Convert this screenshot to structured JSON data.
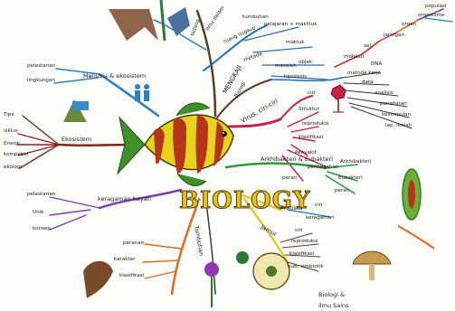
{
  "title": "BIOLOGY",
  "colors": {
    "title_fill": "#e9c400",
    "title_stroke": "#5a3a00",
    "fish_yellow": "#e8d21a",
    "fish_stripe": "#b5351c",
    "fish_green": "#3f8f2a",
    "branch_manusia": "#2d7fc2",
    "branch_mengkaji": "#5a3b2a",
    "branch_virus": "#c4224a",
    "branch_ekosistem": "#7a2a18",
    "branch_haiwan": "#7b3fb0",
    "branch_tumbuhan": "#e06a1a",
    "branch_jamur": "#e2c31a",
    "branch_bakteri": "#2a9a3a",
    "branch_sel": "#c81e1e"
  },
  "top_branch": {
    "labels": [
      "bidang",
      "ilmu dalam",
      "tumbuhan",
      "pelajaran + makhluk",
      "ruang lingkup",
      "makluk",
      "objek",
      "metode",
      "masalah",
      "hipotesis"
    ]
  },
  "top_right": {
    "labels": [
      "populasi",
      "organisme",
      "organ",
      "jaringan",
      "sel",
      "molekul",
      "DNA"
    ]
  },
  "pengkaji": {
    "label": "MENGKAJI",
    "sub": "Biologi"
  },
  "manusia": {
    "label": "Manusia & ekosistem",
    "children": [
      "pelestarian",
      "lingkungan"
    ]
  },
  "ekosistem": {
    "label": "Ekosistem",
    "children": [
      "Tipe",
      "siklus",
      "Energi",
      "kompetisi",
      "ekologi"
    ]
  },
  "virus": {
    "label": "Virus, ciri-ciri",
    "children": [
      "ciri",
      "Struktur",
      "reproduksi",
      "klasifikasi",
      "Penyakit",
      "pencegahan",
      "peran"
    ]
  },
  "metode": {
    "children": [
      "metode kerja",
      "data",
      "analisis",
      "penafsiran",
      "kesimpulan",
      "lap. ilmiah"
    ]
  },
  "bakteri": {
    "label": "Arkhibakteri & Eubakteri",
    "children": [
      "Arkhibakteri",
      "Eubakteri",
      "peran"
    ]
  },
  "protista": {
    "label": "Protista",
    "children": [
      "ciri",
      "keragaman"
    ]
  },
  "jamur": {
    "label": "Jamur",
    "children": [
      "ciri",
      "reproduksi",
      "klasifikasi",
      "hub. simbiotik"
    ]
  },
  "haiwan": {
    "label": "keragaman hayati",
    "children": [
      "pelestarian",
      "Unik",
      "konsep"
    ]
  },
  "tumbuhan": {
    "label": "Tumbuhan",
    "children": [
      "peranan",
      "karakter",
      "klasifikasi"
    ]
  },
  "bottom_note": {
    "line1": "Biologi &",
    "line2": "ilmu Sains"
  }
}
